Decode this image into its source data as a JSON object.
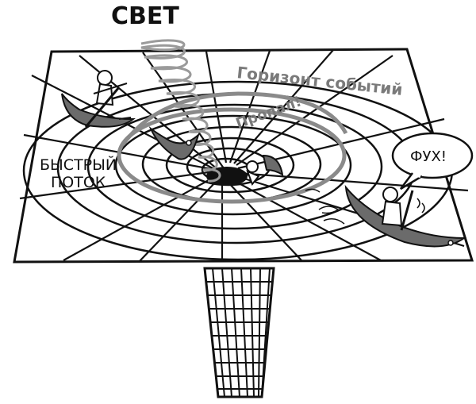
{
  "labels": {
    "light": "СВЕТ",
    "event_horizon": "Горизонт событий",
    "lost": "Пропал!",
    "fast_flow_line1": "БЫСТРЫЙ",
    "fast_flow_line2": "ПОТОК",
    "phew": "ФУХ!"
  },
  "colors": {
    "ink": "#111111",
    "boat": "#6b6b6b",
    "horizon_ring": "#8a8a8a",
    "light_wave": "#9a9a9a"
  },
  "icons": [
    "person-in-canoe-left",
    "capsized-canoe",
    "person-in-canoe-right",
    "light-wave",
    "wormhole-tube"
  ]
}
